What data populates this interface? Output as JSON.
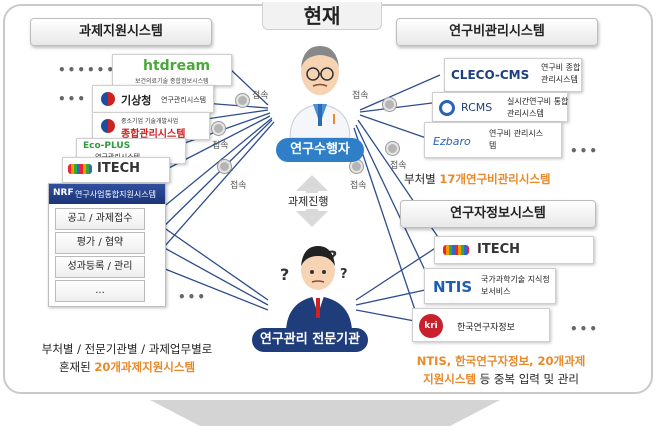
{
  "title": "현재",
  "left_section": {
    "title": "과제지원시스템",
    "systems": [
      {
        "name": "htdream",
        "sub": "보건의료기술 종합정보시스템"
      },
      {
        "name": "기상청",
        "sub": "연구관리시스템"
      },
      {
        "name": "중소기업 기술개발사업",
        "sub": "종합관리시스템"
      },
      {
        "name": "Eco-PLUS",
        "sub": "연구관리시스템"
      },
      {
        "name": "ITECH",
        "sub": ""
      },
      {
        "name": "NRF",
        "sub": "연구사업통합지원시스템"
      }
    ],
    "menu": [
      "공고 / 과제접수",
      "평가 / 협약",
      "성과등록 / 관리",
      "..."
    ],
    "footer_line1": "부처별 / 전문기관별 / 과제업무별로",
    "footer_line2_prefix": "혼재된 ",
    "footer_line2_highlight": "20개과제지원시스템"
  },
  "right_top_section": {
    "title": "연구비관리시스템",
    "systems": [
      {
        "name": "CLECO-CMS",
        "sub": "연구비 종합관리시스템"
      },
      {
        "name": "RCMS",
        "sub": "실시간연구비 통합관리시스템"
      },
      {
        "name": "Ezbaro",
        "sub": "연구비 관리시스템"
      }
    ],
    "footer_prefix": "부처별 ",
    "footer_highlight": "17개연구비관리시스템"
  },
  "right_bottom_section": {
    "title": "연구자정보시스템",
    "systems": [
      {
        "name": "ITECH",
        "sub": ""
      },
      {
        "name": "NTIS",
        "sub": "국가과학기술 지식정보서비스"
      },
      {
        "name": "kri",
        "sub": "한국연구자정보"
      }
    ],
    "footer_line1_highlight": "NTIS, 한국연구자정보, 20개과제",
    "footer_line2_highlight": "지원시스템",
    "footer_line2_suffix": " 등 중복 입력 및 관리"
  },
  "center": {
    "researcher_label": "연구수행자",
    "manager_label": "연구관리 전문기관",
    "process_label": "과제진행",
    "connect_label": "접속"
  },
  "colors": {
    "researcher_blue": "#2e7fc8",
    "manager_navy": "#1f3d7a",
    "highlight_orange": "#e8892a",
    "line_blue": "#2d4d8c"
  }
}
